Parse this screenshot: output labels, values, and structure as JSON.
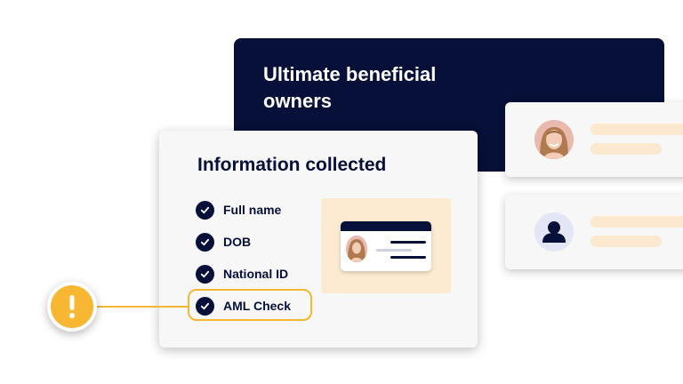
{
  "ubo": {
    "title": "Ultimate beneficial owners"
  },
  "info": {
    "title": "Information collected",
    "items": [
      {
        "label": "Full name"
      },
      {
        "label": "DOB"
      },
      {
        "label": "National ID"
      },
      {
        "label": "AML Check"
      }
    ]
  },
  "icons": {
    "check": "check-circle-icon",
    "warning": "exclamation-icon",
    "user": "user-icon"
  },
  "colors": {
    "navy": "#061038",
    "accent_yellow": "#f5b731",
    "peach": "#fcebd0",
    "card_bg": "#f7f7f8"
  }
}
